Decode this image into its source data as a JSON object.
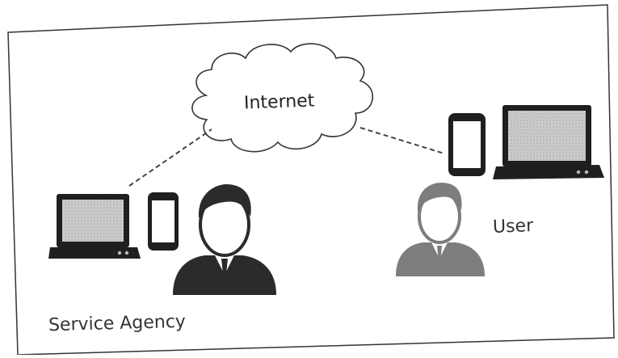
{
  "diagram": {
    "cloud_label": "Internet",
    "user_label": "User",
    "agency_label": "Service Agency"
  },
  "colors": {
    "ink": "#222222",
    "paper": "#ffffff",
    "screen_gray": "#c8c8c8",
    "person_dark": "#2b2b2b",
    "person_gray": "#7d7d7d"
  },
  "icons": [
    "cloud-icon",
    "laptop-icon",
    "smartphone-icon",
    "person-icon"
  ]
}
